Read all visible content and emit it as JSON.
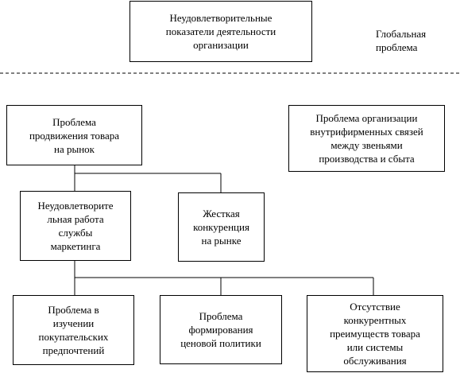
{
  "nodes": {
    "root": "Неудовлетворительные\nпоказатели деятельности\nорганизации",
    "promotion": "Проблема\nпродвижения товара\nна рынок",
    "internal": "Проблема организации\nвнутрифирменных связей\nмежду звеньями\nпроизводства и сбыта",
    "marketing": "Неудовлетворите\nльная работа\nслужбы\nмаркетинга",
    "competition": "Жесткая\nконкуренция\nна рынке",
    "preferences": "Проблема в\nизучении\nпокупательских\nпредпочтений",
    "pricing": "Проблема\nформирования\nценовой политики",
    "advantages": "Отсутствие\nконкурентных\nпреимуществ  товара\nили системы\nобслуживания"
  },
  "labels": {
    "global_problem": "Глобальная\nпроблема"
  }
}
